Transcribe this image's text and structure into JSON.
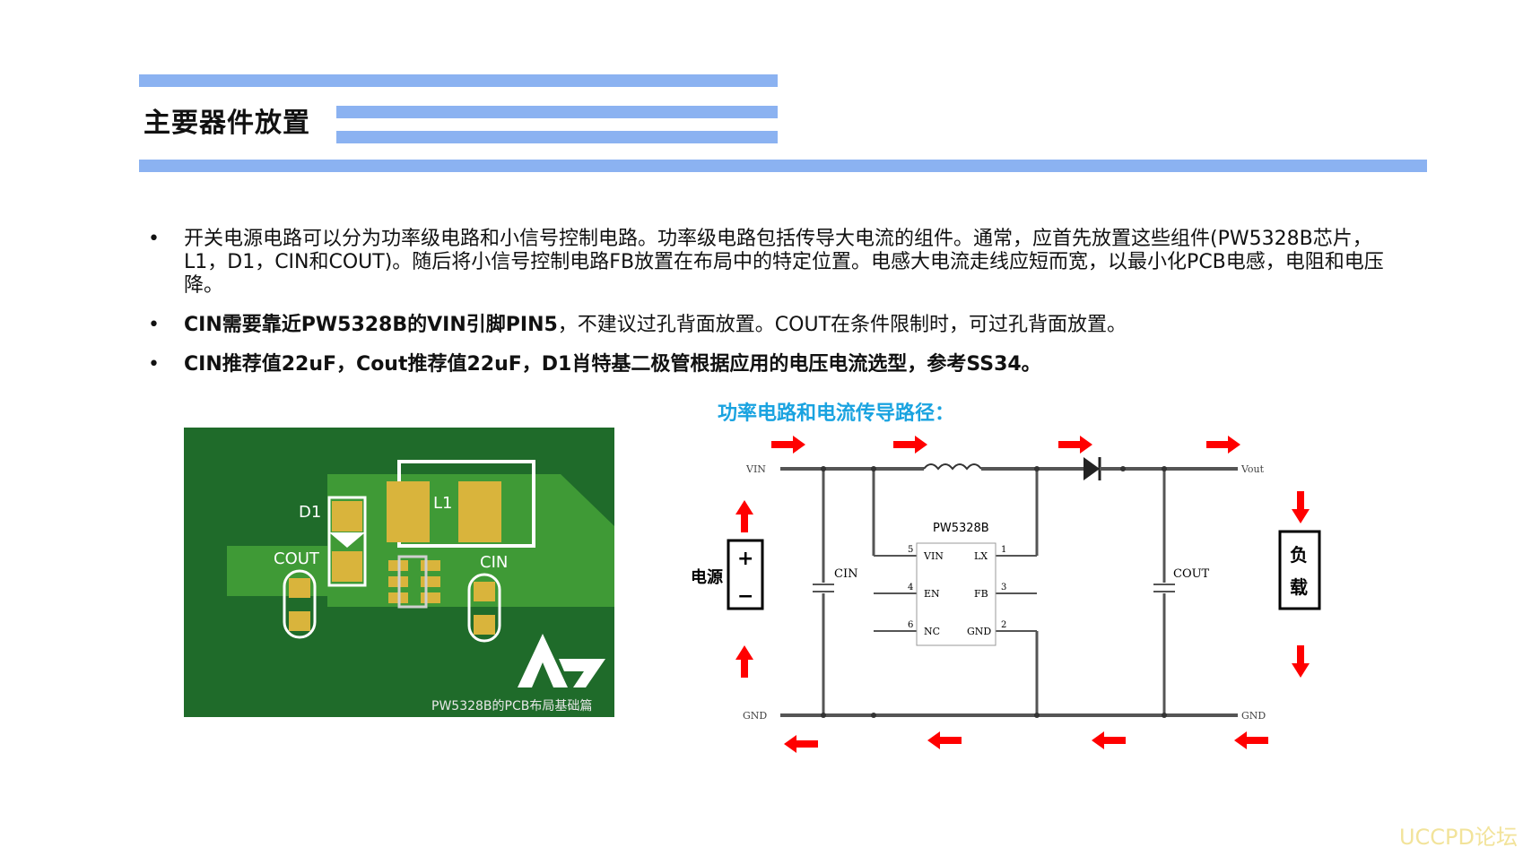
{
  "title": "主要器件放置",
  "bullets": [
    {
      "dot": "•",
      "text": "开关电源电路可以分为功率级电路和小信号控制电路。功率级电路包括传导大电流的组件。通常，应首先放置这些组件(PW5328B芯片，L1，D1，CIN和COUT)。随后将小信号控制电路FB放置在布局中的特定位置。电感大电流走线应短而宽，以最小化PCB电感，电阻和电压降。"
    },
    {
      "dot": "•",
      "bold": "CIN需要靠近PW5328B的VIN引脚PIN5",
      "text": "，不建议过孔背面放置。COUT在条件限制时，可过孔背面放置。"
    },
    {
      "dot": "•",
      "bold": "CIN推荐值22uF，Cout推荐值22uF，D1肖特基二极管根据应用的电压电流选型，参考SS34。",
      "text": ""
    }
  ],
  "pcb": {
    "labels": {
      "d1": "D1",
      "l1": "L1",
      "cout": "COUT",
      "cin": "CIN"
    },
    "caption": "PW5328B的PCB布局基础篇",
    "colors": {
      "board": "#1f6b2a",
      "copper": "#3f9a36",
      "pad": "#d9b43c"
    }
  },
  "schematic": {
    "heading": "功率电路和电流传导路径：",
    "chip": "PW5328B",
    "pins_left": [
      {
        "num": "5",
        "name": "VIN"
      },
      {
        "num": "4",
        "name": "EN"
      },
      {
        "num": "6",
        "name": "NC"
      }
    ],
    "pins_right": [
      {
        "num": "1",
        "name": "LX"
      },
      {
        "num": "3",
        "name": "FB"
      },
      {
        "num": "2",
        "name": "GND"
      }
    ],
    "vin": "VIN",
    "vout": "Vout",
    "gnd_left": "GND",
    "gnd_right": "GND",
    "cin": "CIN",
    "cout": "COUT",
    "source_label": "电源",
    "plus": "+",
    "minus": "−",
    "load_label_1": "负",
    "load_label_2": "载",
    "arrow_color": "#ff0000"
  },
  "watermark": "UCCPD论坛"
}
